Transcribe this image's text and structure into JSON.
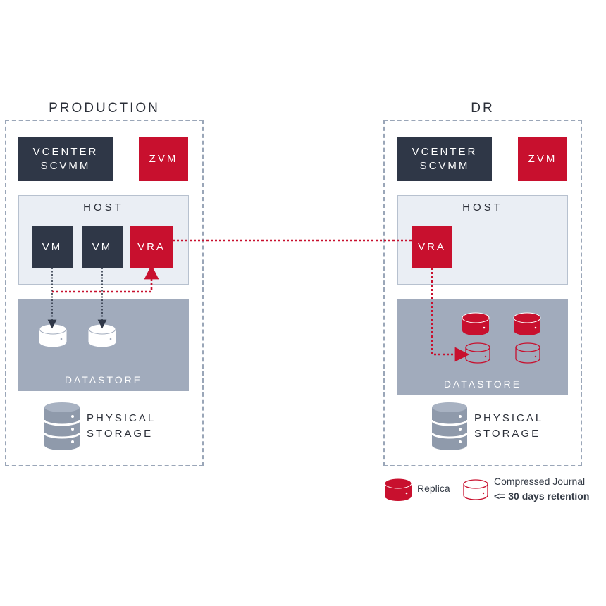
{
  "production": {
    "title": "PRODUCTION",
    "management": {
      "vcenter_line1": "VCENTER",
      "vcenter_line2": "SCVMM",
      "zvm": "ZVM"
    },
    "host": {
      "title": "HOST",
      "vm1": "VM",
      "vm2": "VM",
      "vra": "VRA"
    },
    "datastore": {
      "title": "DATASTORE",
      "disks": [
        "vm-disk",
        "vm-disk"
      ]
    },
    "physical_storage": {
      "line1": "PHYSICAL",
      "line2": "STORAGE"
    }
  },
  "dr": {
    "title": "DR",
    "management": {
      "vcenter_line1": "VCENTER",
      "vcenter_line2": "SCVMM",
      "zvm": "ZVM"
    },
    "host": {
      "title": "HOST",
      "vra": "VRA"
    },
    "datastore": {
      "title": "DATASTORE",
      "replica_disks": 2,
      "journal_disks": 2
    },
    "physical_storage": {
      "line1": "PHYSICAL",
      "line2": "STORAGE"
    }
  },
  "legend": {
    "replica_label": "Replica",
    "journal_label_line1": "Compressed Journal",
    "journal_label_line2": "<= 30 days retention"
  },
  "colors": {
    "accent_red": "#c8102e",
    "dark_box": "#2f3747",
    "host_fill": "#eaeef4",
    "datastore_fill": "#a1abbc",
    "frame_dash": "#9aa6b8",
    "storage_gray": "#8f9aab"
  },
  "icons": [
    "disk-icon",
    "replica-disk-icon",
    "journal-disk-icon",
    "storage-stack-icon"
  ]
}
